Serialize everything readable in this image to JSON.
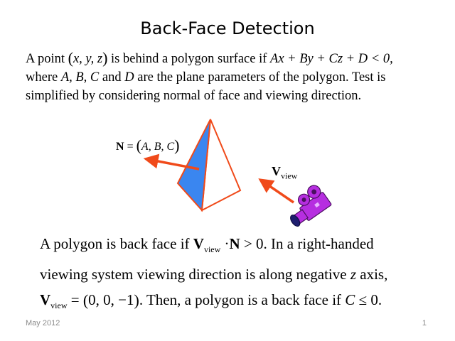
{
  "slide": {
    "title": "Back-Face Detection",
    "intro": {
      "l1_a": "A point",
      "l1_point": "x, y, z",
      "l1_b": "is behind a polygon surface if",
      "l1_expr": "Ax + By + Cz + D < 0,",
      "l2_a": "where",
      "l2_params": "A, B, C",
      "l2_b": "and",
      "l2_d": "D",
      "l2_c": "are the plane parameters of the polygon. Test is",
      "l3": "simplified by considering normal of face and viewing direction."
    },
    "diagram": {
      "normal_label_bold": "N",
      "normal_label_eq": " = ",
      "normal_label_args": "A, B, C",
      "view_label": "V",
      "view_sub": "view"
    },
    "conclusion": {
      "l1_a": "A polygon is back face if",
      "l1_v": "V",
      "l1_sub": "view",
      "l1_op": " ·",
      "l1_n": "N",
      "l1_b": "> 0. In a right-handed",
      "l2_a": "viewing system viewing direction is along negative",
      "l2_z": "z",
      "l2_b": "axis,",
      "l3_v": "V",
      "l3_sub": "view",
      "l3_eq": " = ",
      "l3_vec": "0, 0, −1",
      "l3_b": ". Then, a polygon is a back face if",
      "l3_c": "C",
      "l3_cond": "≤ 0."
    },
    "footer": {
      "date": "May 2012",
      "page": "1"
    }
  },
  "colors": {
    "face_blue": "#3a86f0",
    "arrow_red": "#f04a1a",
    "camera_purple": "#b62ee0",
    "camera_lens": "#1e1e6e",
    "footer_gray": "#8c8c8c"
  },
  "icons": {
    "camera": "video-camera-icon"
  }
}
